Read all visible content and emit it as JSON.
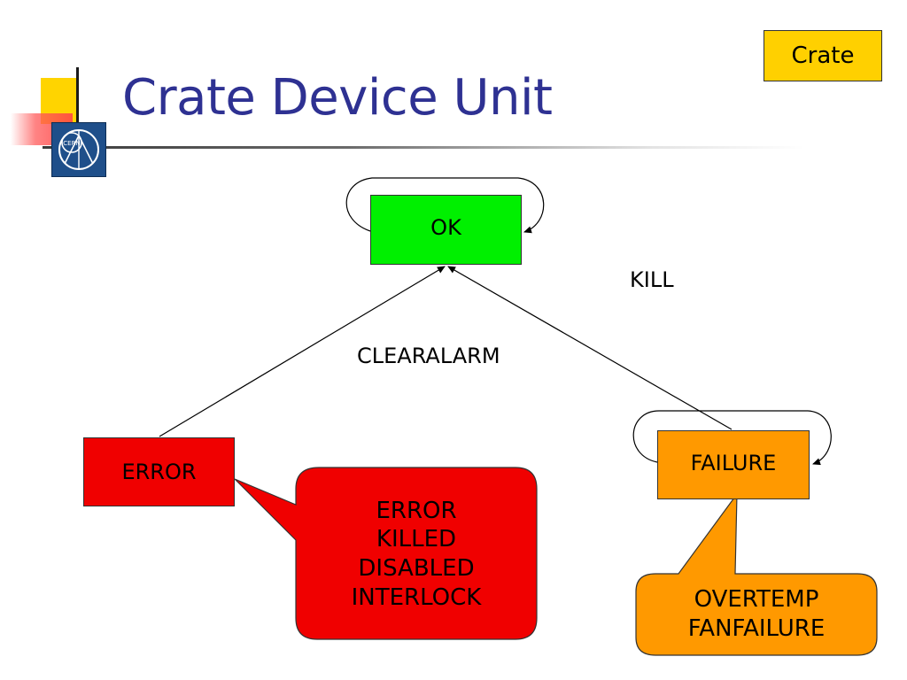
{
  "slide": {
    "title": "Crate Device Unit",
    "tag_label": "Crate"
  },
  "logo": {
    "text": "CERN"
  },
  "colors": {
    "title": "#2e3192",
    "ok": "#00f000",
    "error": "#f00000",
    "failure": "#ff9900",
    "tag": "#ffd000"
  },
  "states": {
    "ok": "OK",
    "error": "ERROR",
    "failure": "FAILURE"
  },
  "transitions": {
    "kill": "KILL",
    "clearalarm": "CLEARALARM"
  },
  "callouts": {
    "error_substates": [
      "ERROR",
      "KILLED",
      "DISABLED",
      "INTERLOCK"
    ],
    "failure_substates": [
      "OVERTEMP",
      "FANFAILURE"
    ]
  }
}
